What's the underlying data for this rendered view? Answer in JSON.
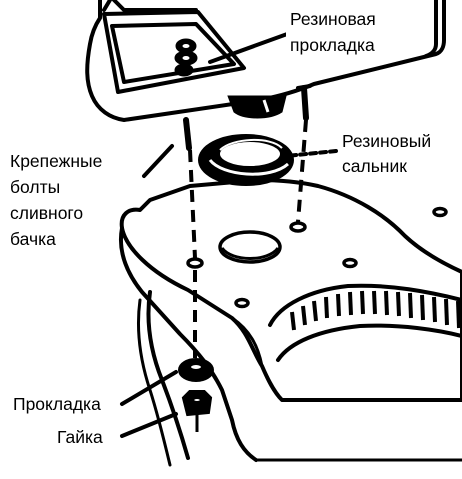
{
  "labels": {
    "rubber_gasket": [
      "Резиновая",
      "прокладка"
    ],
    "rubber_seal": [
      "Резиновый",
      "сальник"
    ],
    "tank_bolts": [
      "Крепежные",
      "болты",
      "сливного",
      "бачка"
    ],
    "washer": "Прокладка",
    "nut": "Гайка"
  },
  "colors": {
    "ink": "#000000",
    "paper": "#ffffff"
  }
}
